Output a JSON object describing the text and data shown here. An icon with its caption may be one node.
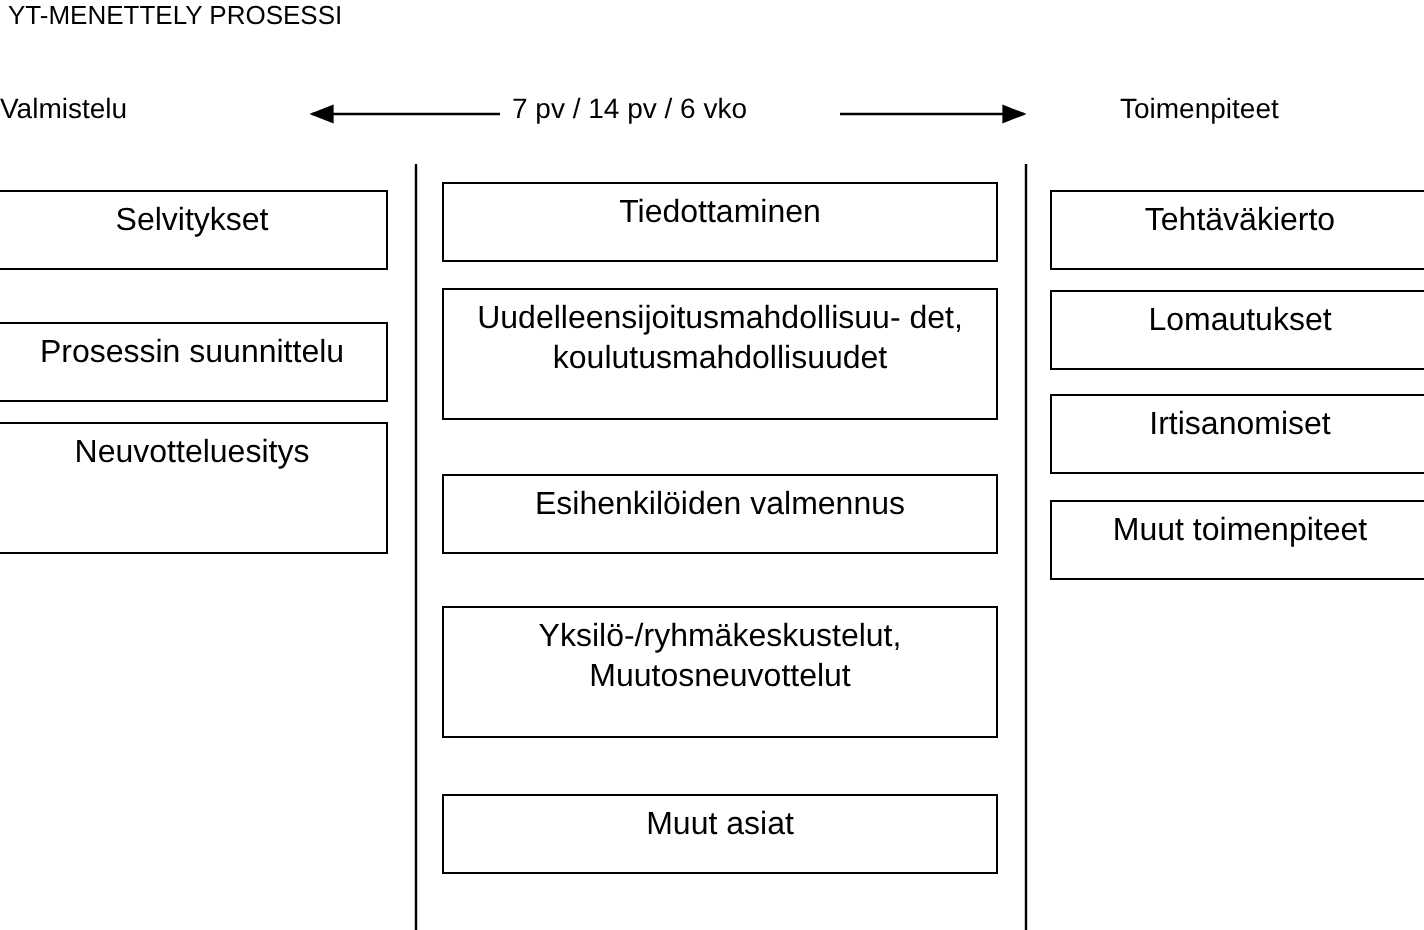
{
  "diagram": {
    "title": "YT-MENETTELY PROSESSI",
    "nodes": [
      {
        "text": [
          "Selvitykset"
        ]
      },
      {
        "text": [
          "Prosessin suunnittelu"
        ]
      },
      {
        "text": [
          "Neuvotteluesitys"
        ]
      },
      {
        "text": [
          "Tiedottaminen"
        ]
      },
      {
        "text": [
          "Uudelleensijoitusmahdollisuu- det, koulutusmahdollisuudet"
        ]
      },
      {
        "text": [
          "Esihenkilöiden valmennus"
        ]
      },
      {
        "text": [
          "Yksilö-/ryhmäkeskustelut, Muutosneuvottelut"
        ]
      },
      {
        "text": [
          "Muut asiat"
        ]
      },
      {
        "text": [
          "Tehtäväkierto"
        ]
      },
      {
        "text": [
          "Lomautukset"
        ]
      },
      {
        "text": [
          "Irtisanomiset"
        ]
      },
      {
        "text": [
          "Muut toimenpiteet"
        ]
      }
    ],
    "labels": [
      "Valmistelu",
      "7 pv / 14 pv / 6 vko",
      "Toimenpiteet"
    ]
  }
}
